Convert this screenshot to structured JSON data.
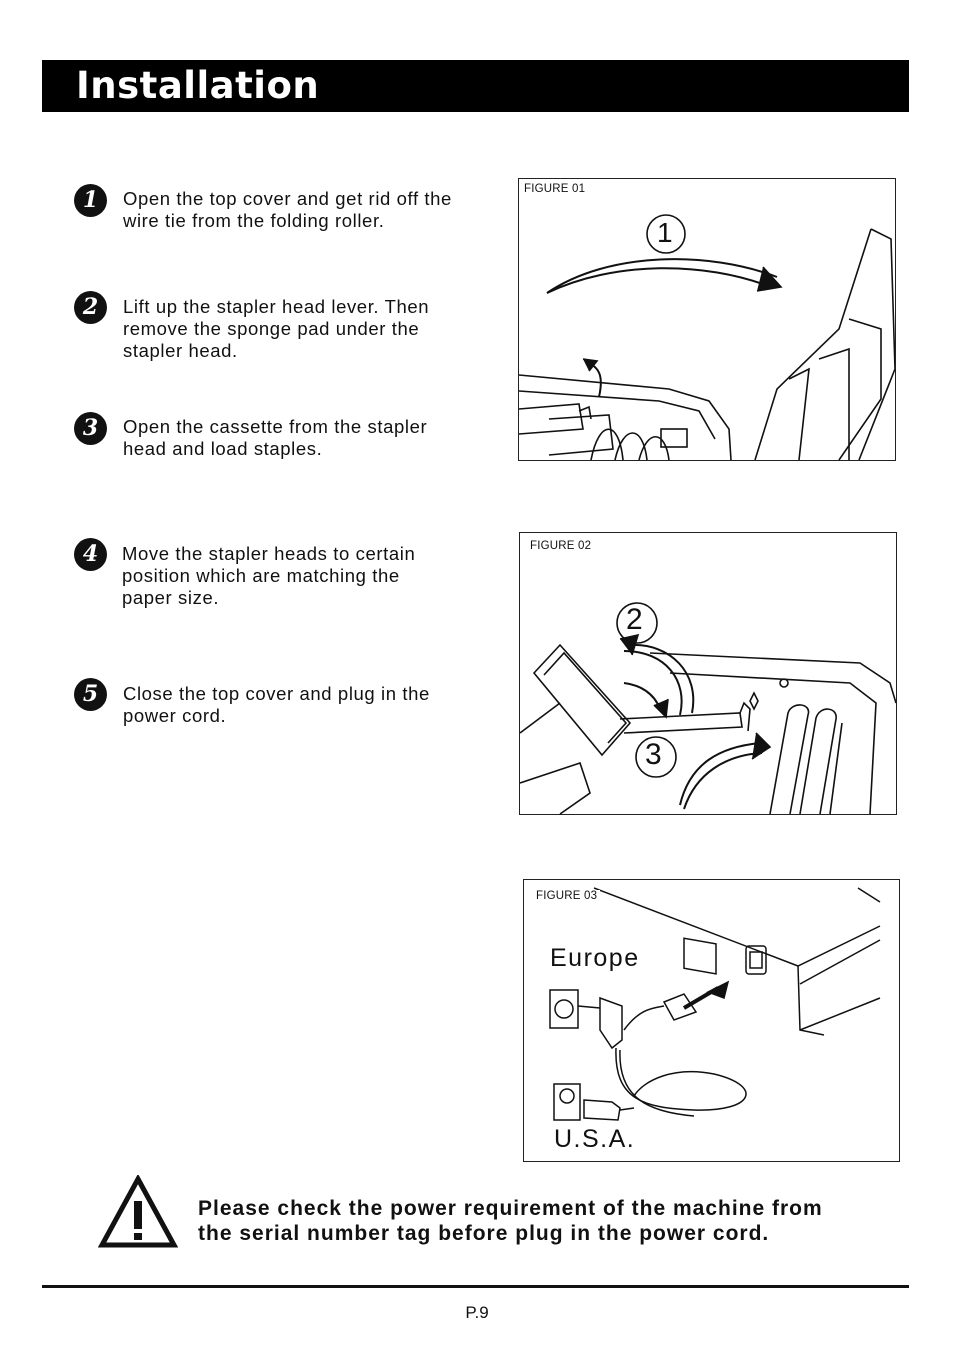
{
  "header": {
    "title": "Installation"
  },
  "steps": [
    {
      "number": "1",
      "text": "Open the top cover and get rid off the\nwire tie from the folding roller."
    },
    {
      "number": "2",
      "text": "Lift up the stapler head lever. Then\nremove the sponge pad under the\nstapler head."
    },
    {
      "number": "3",
      "text": "Open the cassette from the stapler\nhead and load staples."
    },
    {
      "number": "4",
      "text": "Move the stapler heads to certain\nposition which are matching the\npaper size."
    },
    {
      "number": "5",
      "text": "Close the top cover and plug in the\npower cord."
    }
  ],
  "figures": {
    "fig1": {
      "label": "FIGURE 01",
      "callout": "1"
    },
    "fig2": {
      "label": "FIGURE 02",
      "callout_a": "2",
      "callout_b": "3"
    },
    "fig3": {
      "label": "FIGURE 03",
      "region_top": "Europe",
      "region_bottom": "U.S.A."
    }
  },
  "warning": {
    "icon": "warning-triangle-icon",
    "text": "Please check the power requirement of the machine from\nthe serial number tag before plug in the power cord."
  },
  "footer": {
    "page": "P.9"
  }
}
